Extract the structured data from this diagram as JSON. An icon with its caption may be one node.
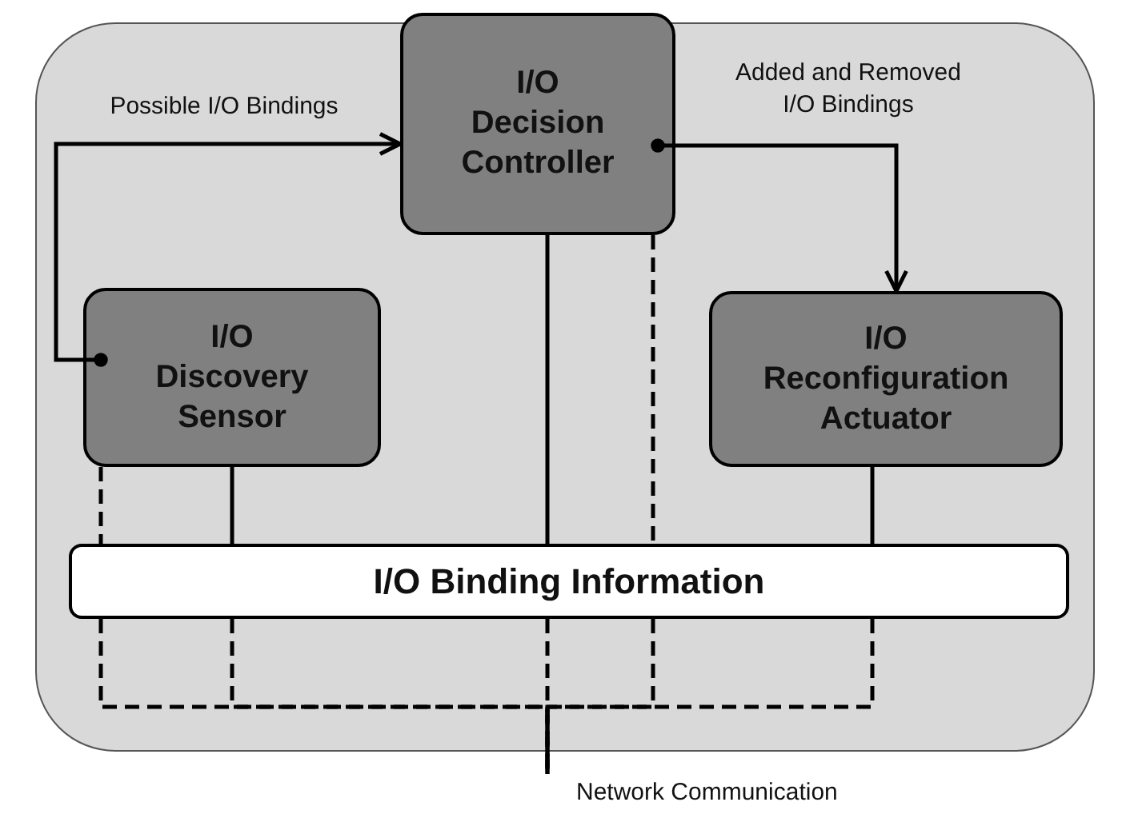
{
  "diagram": {
    "nodes": [
      {
        "text": [],
        "shape": "box"
      },
      {
        "text": [
          "I/O Decision Controller"
        ],
        "in": 0
      },
      {
        "text": [
          "I/O Discovery Sensor"
        ],
        "in": 0
      },
      {
        "text": [
          "I/O Reconfiguration Actuator"
        ],
        "in": 0
      },
      {
        "text": [
          "I/O Binding Information"
        ],
        "in": 0
      },
      {
        "text": [
          "Network Communication"
        ]
      }
    ],
    "edges": [
      {
        "from": 2,
        "to": 1,
        "arrow": "to",
        "label": "Possible I/O Bindings"
      },
      {
        "from": 1,
        "to": 3,
        "arrow": "to",
        "label": "Added and Removed I/O Bindings"
      },
      {
        "from": 2,
        "to": 4,
        "arrow": "none"
      },
      {
        "from": 1,
        "to": 4,
        "arrow": "none"
      },
      {
        "from": 3,
        "to": 4,
        "arrow": "none"
      },
      {
        "from": 2,
        "to": 4,
        "arrow": "none",
        "style": "dashed"
      },
      {
        "from": 1,
        "to": 4,
        "arrow": "none",
        "style": "dashed"
      },
      {
        "from": 4,
        "to": 5,
        "arrow": "none",
        "style": "dashed"
      },
      {
        "from": 4,
        "to": 5,
        "arrow": "none",
        "style": "dashed"
      },
      {
        "from": 4,
        "to": 5,
        "arrow": "none",
        "style": "dashed"
      },
      {
        "from": 4,
        "to": 5,
        "arrow": "none",
        "style": "dashed"
      },
      {
        "from": 4,
        "to": 5,
        "arrow": "none",
        "style": "dashed"
      }
    ]
  }
}
